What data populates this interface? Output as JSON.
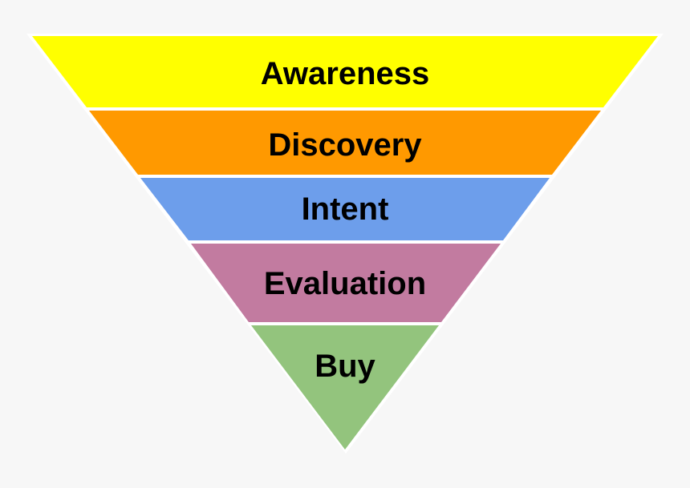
{
  "funnel": {
    "stages": [
      {
        "label": "Awareness",
        "color": "#ffff00"
      },
      {
        "label": "Discovery",
        "color": "#ff9900"
      },
      {
        "label": "Intent",
        "color": "#6d9eeb"
      },
      {
        "label": "Evaluation",
        "color": "#c27ba0"
      },
      {
        "label": "Buy",
        "color": "#93c47d"
      }
    ],
    "separator_color": "#ffffff"
  }
}
